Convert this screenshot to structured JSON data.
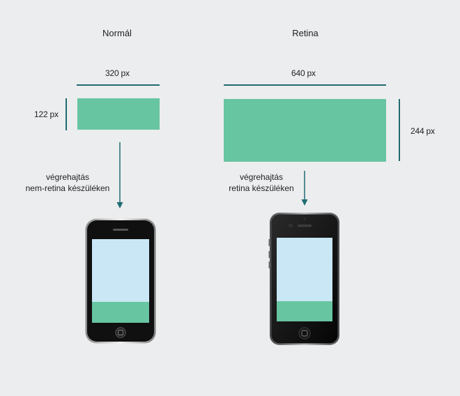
{
  "colors": {
    "background": "#ecedee",
    "accent_green": "#67c5a2",
    "screen_blue": "#c9e7f5",
    "line_teal": "#1f6b73",
    "text": "#222222"
  },
  "normal": {
    "title": "Normál",
    "width_label": "320 px",
    "height_label": "122 px",
    "caption_line1": "végrehajtás",
    "caption_line2": "nem-retina készüléken"
  },
  "retina": {
    "title": "Retina",
    "width_label": "640 px",
    "height_label": "244 px",
    "caption_line1": "végrehajtás",
    "caption_line2": "retina készüléken"
  },
  "icons": {
    "arrow": "arrow-down-icon",
    "phone_normal": "iphone-3g-icon",
    "phone_retina": "iphone-4-icon"
  }
}
